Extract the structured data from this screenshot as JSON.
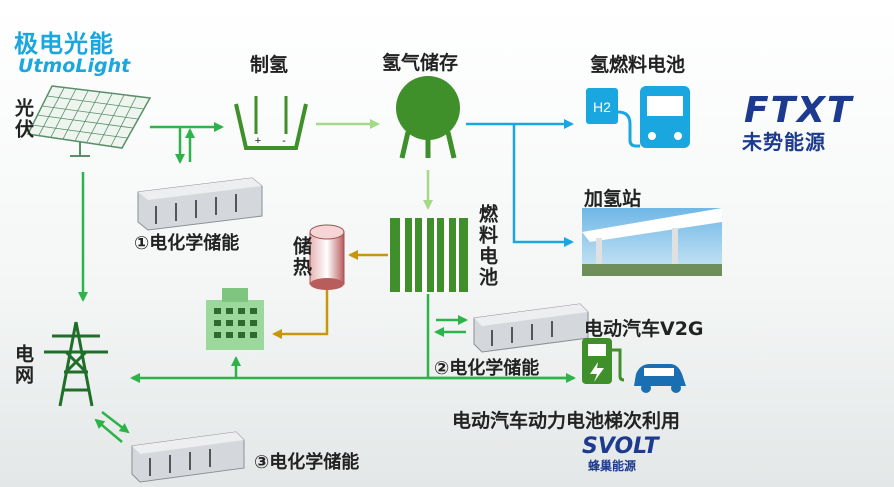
{
  "brand": {
    "cn": "极电光能",
    "en": "UtmoLight"
  },
  "nodes": {
    "pv": "光伏",
    "electrolysis": "制氢",
    "h2_storage": "氢气储存",
    "fuel_cell_vehicle": "氢燃料电池",
    "h2_station": "加氢站",
    "fuel_cell": "燃料电池",
    "heat_storage": "储热",
    "grid": "电网",
    "storage1": "①电化学储能",
    "storage2": "②电化学储能",
    "storage3": "③电化学储能",
    "ev_v2g": "电动汽车V2G",
    "battery_reuse": "电动汽车动力电池梯次利用"
  },
  "icons": {
    "h2_sign": "H2",
    "electrode_plus": "+",
    "electrode_minus": "-"
  },
  "partners": {
    "ftxt_en": "FTXT",
    "ftxt_cn": "未势能源",
    "svolt_en": "SVOLT",
    "svolt_cn": "蜂巢能源"
  },
  "colors": {
    "green_arrow": "#2db34a",
    "light_green_arrow": "#a6d88a",
    "blue_arrow": "#1aa7e0",
    "heat_arrow": "#c8960c",
    "dark_green": "#3f8f2a",
    "navy": "#1c3b8f"
  }
}
